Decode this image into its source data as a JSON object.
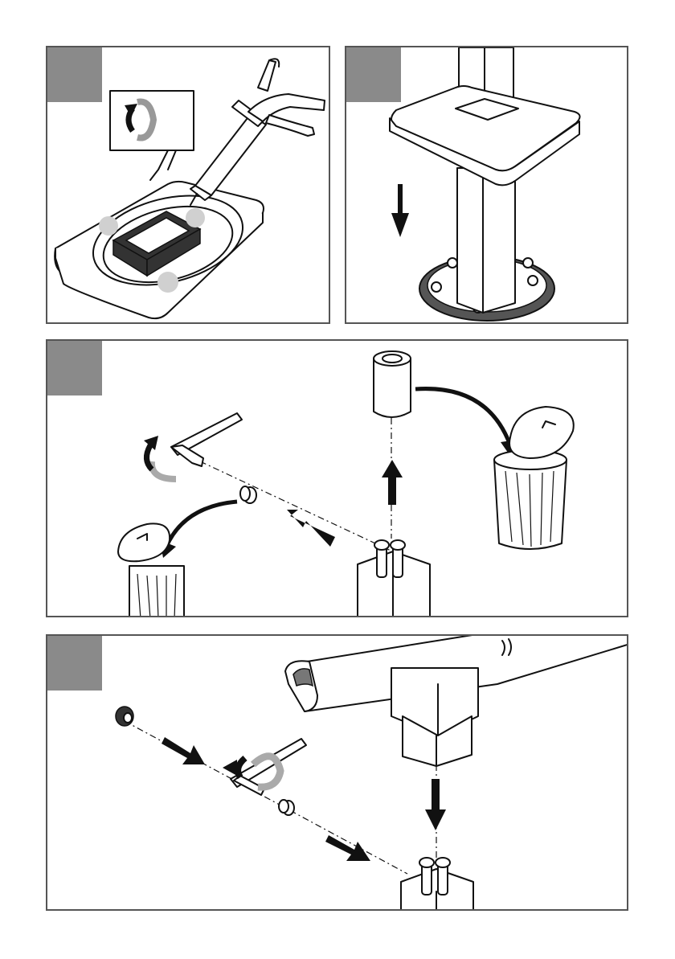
{
  "colors": {
    "frame": "#555555",
    "badge": "#8a8a8a",
    "line": "#111111",
    "highlight": "#bdbdbd"
  },
  "panels": [
    {
      "id": "step-sealant",
      "icons": [
        "sealant-gun-icon",
        "base-plate-icon",
        "rotate-icon",
        "sealant-dot-icon"
      ]
    },
    {
      "id": "step-cover-down",
      "icons": [
        "cover-plate-icon",
        "column-icon",
        "down-arrow-icon",
        "mounting-ring-icon"
      ]
    },
    {
      "id": "step-remove-plugs",
      "icons": [
        "hex-key-icon",
        "rotate-icon",
        "plug-icon",
        "cap-icon",
        "trash-bin-icon",
        "pipe-connector-icon"
      ]
    },
    {
      "id": "step-mount-spout",
      "icons": [
        "spout-icon",
        "hex-key-icon",
        "grub-screw-icon",
        "cover-cap-icon",
        "pipe-connector-icon"
      ]
    }
  ]
}
